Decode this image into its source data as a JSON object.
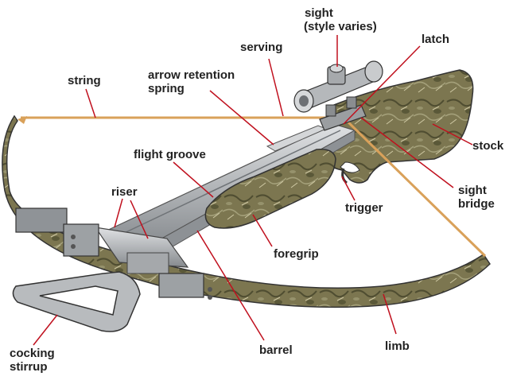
{
  "labels": {
    "sight_line1": "sight",
    "sight_line2": "(style varies)",
    "serving": "serving",
    "latch": "latch",
    "string": "string",
    "arrow_retention_line1": "arrow retention",
    "arrow_retention_line2": "spring",
    "flight_groove": "flight groove",
    "stock": "stock",
    "riser": "riser",
    "sight_bridge_line1": "sight",
    "sight_bridge_line2": "bridge",
    "trigger": "trigger",
    "foregrip": "foregrip",
    "cocking_stirrup_line1": "cocking",
    "cocking_stirrup_line2": "stirrup",
    "barrel": "barrel",
    "limb": "limb"
  },
  "colors": {
    "leader_line": "#c0101e",
    "bowstring": "#d9a15a",
    "camo_base": "#7c7650",
    "camo_dark": "#4a4a2e",
    "metal": "#b3b6b9",
    "metal_dark": "#7d8185"
  }
}
